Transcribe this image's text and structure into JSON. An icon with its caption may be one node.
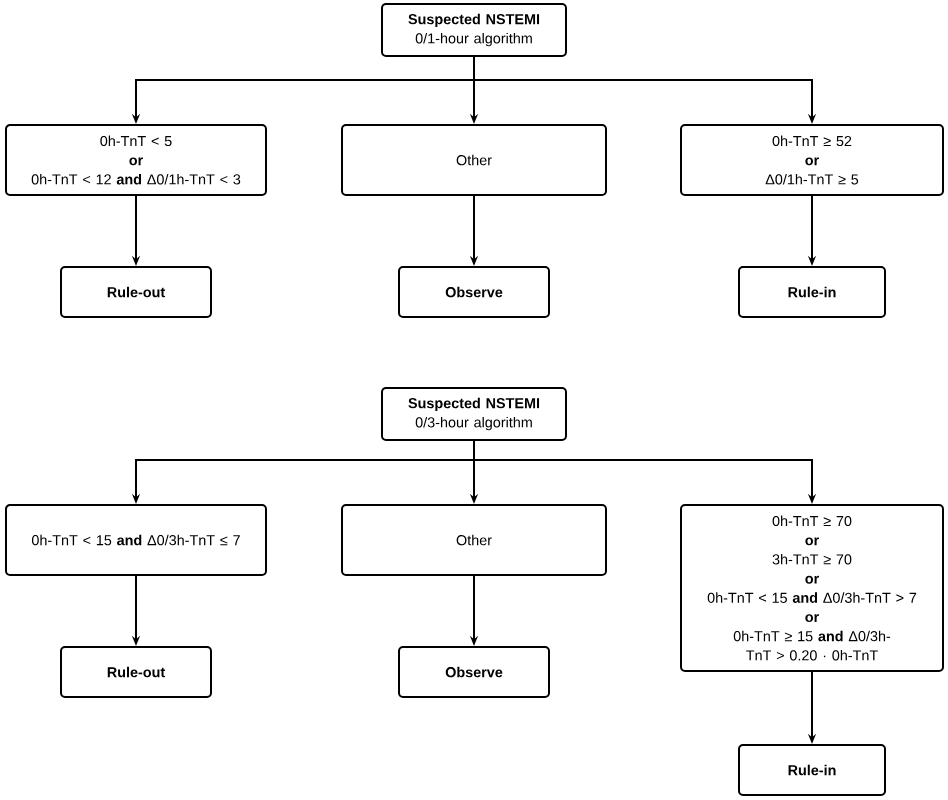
{
  "diagram": {
    "nodes": [
      {
        "text": [
          "Suspected NSTEMI",
          "0/1-hour algorithm"
        ]
      },
      {
        "text": [
          "0h-TnT < 5",
          "or",
          "0h-TnT < 12 **and** Δ0/1h-TnT < 3"
        ]
      },
      {
        "text": [
          "Other"
        ]
      },
      {
        "text": [
          "0h-TnT ≥ 52",
          "or",
          "Δ0/1h-TnT ≥ 5"
        ]
      },
      {
        "text": [
          "Rule-out"
        ]
      },
      {
        "text": [
          "Observe"
        ]
      },
      {
        "text": [
          "Rule-in"
        ]
      },
      {
        "text": [
          "Suspected NSTEMI",
          "0/3-hour algorithm"
        ]
      },
      {
        "text": [
          "0h-TnT < 15 **and** Δ0/3h-TnT ≤ 7"
        ]
      },
      {
        "text": [
          "Other"
        ]
      },
      {
        "text": [
          "0h-TnT ≥ 70",
          "or",
          "3h-TnT ≥ 70",
          "or",
          "0h-TnT < 15 **and** Δ0/3h-TnT > 7",
          "or",
          "0h-TnT ≥ 15 **and** Δ0/3h-TnT > 0.20 · 0h-TnT"
        ]
      },
      {
        "text": [
          "Rule-out"
        ]
      },
      {
        "text": [
          "Observe"
        ]
      },
      {
        "text": [
          "Rule-in"
        ]
      }
    ],
    "edges": [
      {
        "from": 0,
        "to": 1,
        "arrow": "to"
      },
      {
        "from": 0,
        "to": 2,
        "arrow": "to"
      },
      {
        "from": 0,
        "to": 3,
        "arrow": "to"
      },
      {
        "from": 1,
        "to": 4,
        "arrow": "to"
      },
      {
        "from": 2,
        "to": 5,
        "arrow": "to"
      },
      {
        "from": 3,
        "to": 6,
        "arrow": "to"
      },
      {
        "from": 7,
        "to": 8,
        "arrow": "to"
      },
      {
        "from": 7,
        "to": 9,
        "arrow": "to"
      },
      {
        "from": 7,
        "to": 10,
        "arrow": "to"
      },
      {
        "from": 8,
        "to": 11,
        "arrow": "to"
      },
      {
        "from": 9,
        "to": 12,
        "arrow": "to"
      },
      {
        "from": 10,
        "to": 13,
        "arrow": "to"
      }
    ]
  }
}
